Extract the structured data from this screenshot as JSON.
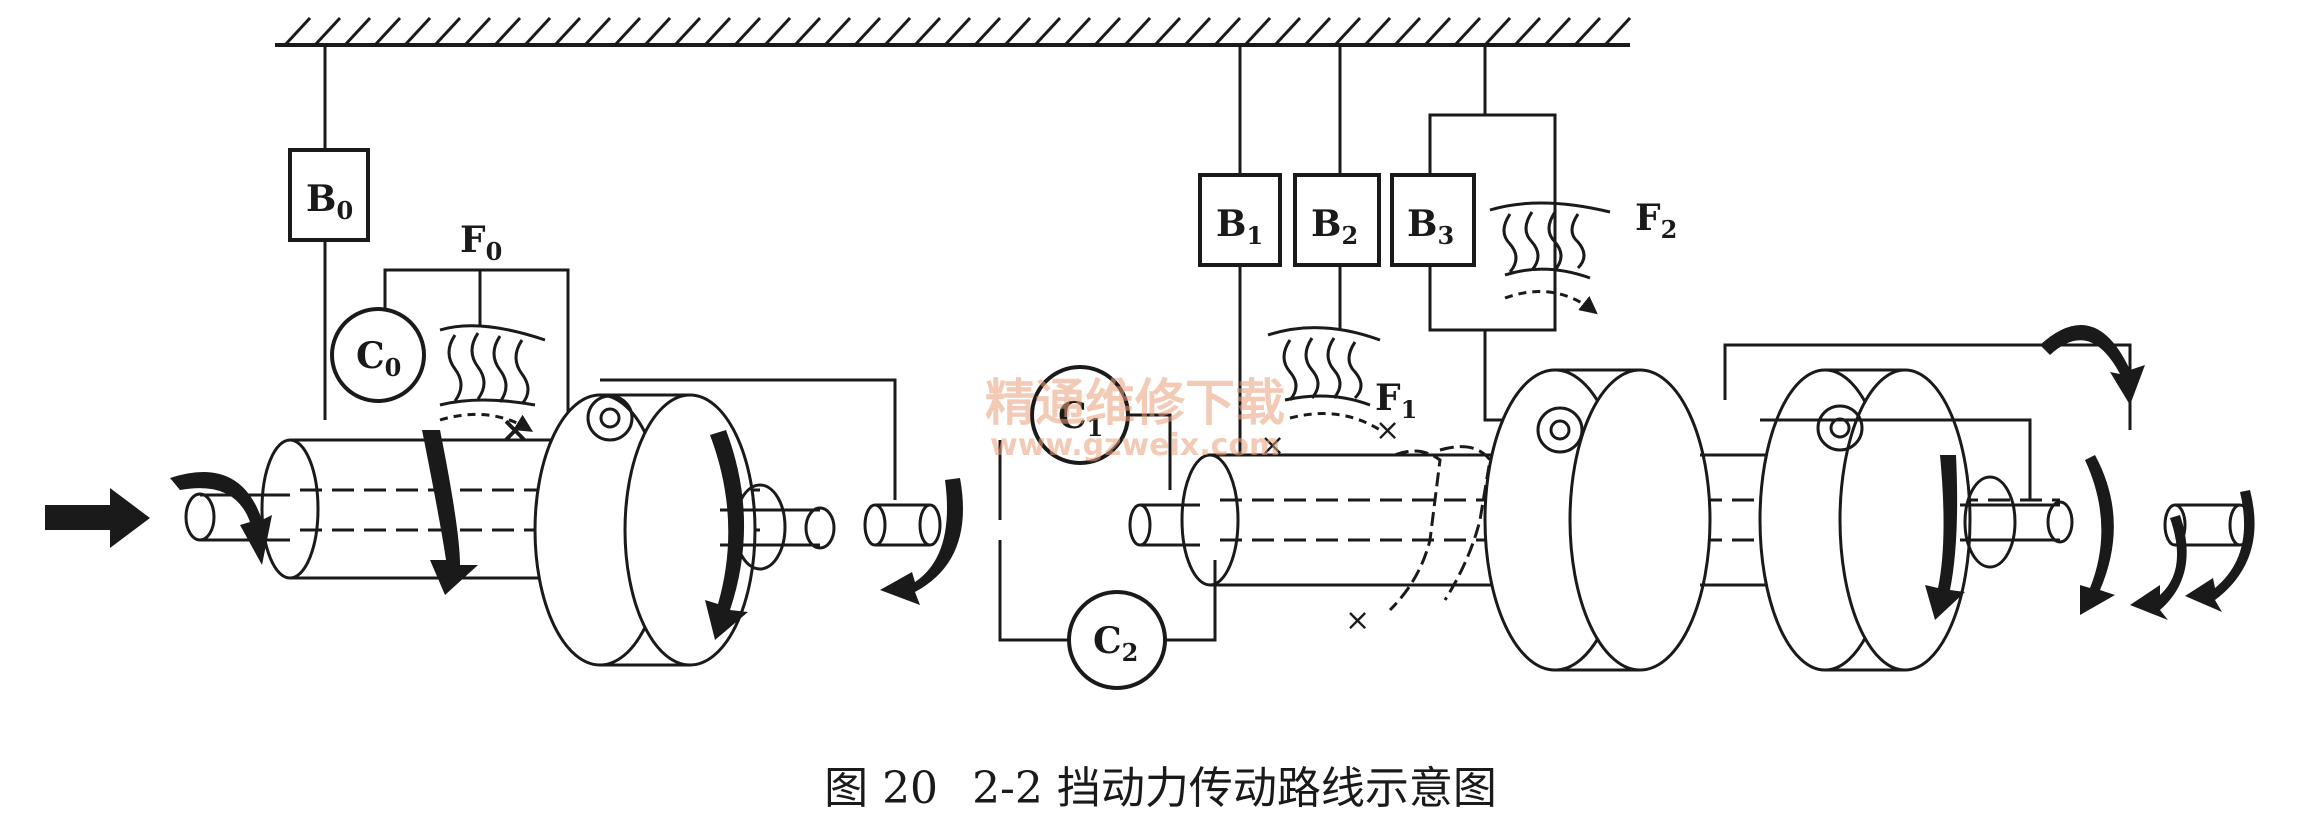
{
  "brakes": {
    "b0": "B",
    "b1": "B",
    "b2": "B",
    "b3": "B"
  },
  "brake_subs": {
    "b0": "0",
    "b1": "1",
    "b2": "2",
    "b3": "3"
  },
  "clutches": {
    "c0": "C",
    "c1": "C",
    "c2": "C"
  },
  "clutch_subs": {
    "c0": "0",
    "c1": "1",
    "c2": "2"
  },
  "one_way": {
    "f0": "F",
    "f1": "F",
    "f2": "F"
  },
  "one_way_subs": {
    "f0": "0",
    "f1": "1",
    "f2": "2"
  },
  "watermark": {
    "text": "精通维修下载",
    "url": "www.gzweix.com"
  },
  "caption": {
    "figure": "图 20",
    "title": "2-2 挡动力传动路线示意图"
  },
  "colors": {
    "ink": "#1a1a1a",
    "watermark": "#e8a07a",
    "background": "#ffffff"
  }
}
